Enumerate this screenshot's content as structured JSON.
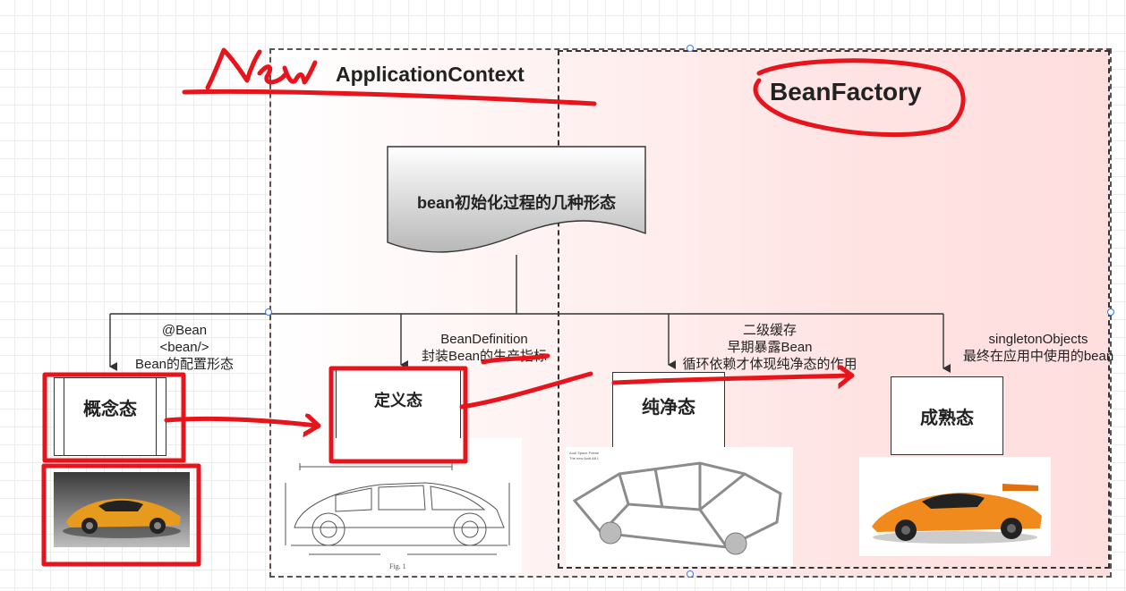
{
  "annotation": {
    "handwritten_text": "New"
  },
  "containers": {
    "application_context": "ApplicationContext",
    "bean_factory": "BeanFactory"
  },
  "root": {
    "label": "bean初始化过程的几种形态"
  },
  "states": {
    "concept": "概念态",
    "definition": "定义态",
    "pure": "纯净态",
    "mature": "成熟态"
  },
  "edge_labels": {
    "concept": [
      "@Bean",
      "<bean/>",
      "Bean的配置形态"
    ],
    "definition": [
      "BeanDefinition",
      "封装Bean的生产指标"
    ],
    "pure": [
      "二级缓存",
      "早期暴露Bean",
      "循环依赖才体现纯净态的作用"
    ],
    "mature": [
      "singletonObjects",
      "最终在应用中使用的bean"
    ]
  },
  "images": {
    "concept": "orange-sports-car-photo",
    "definition": "car-patent-drawing",
    "pure": "car-body-frame-photo",
    "mature": "orange-supercar-photo"
  },
  "colors": {
    "annotation_red": "#e8141b",
    "container_gradient_end": "#ffdede",
    "handle_blue": "#3d7bd9"
  }
}
